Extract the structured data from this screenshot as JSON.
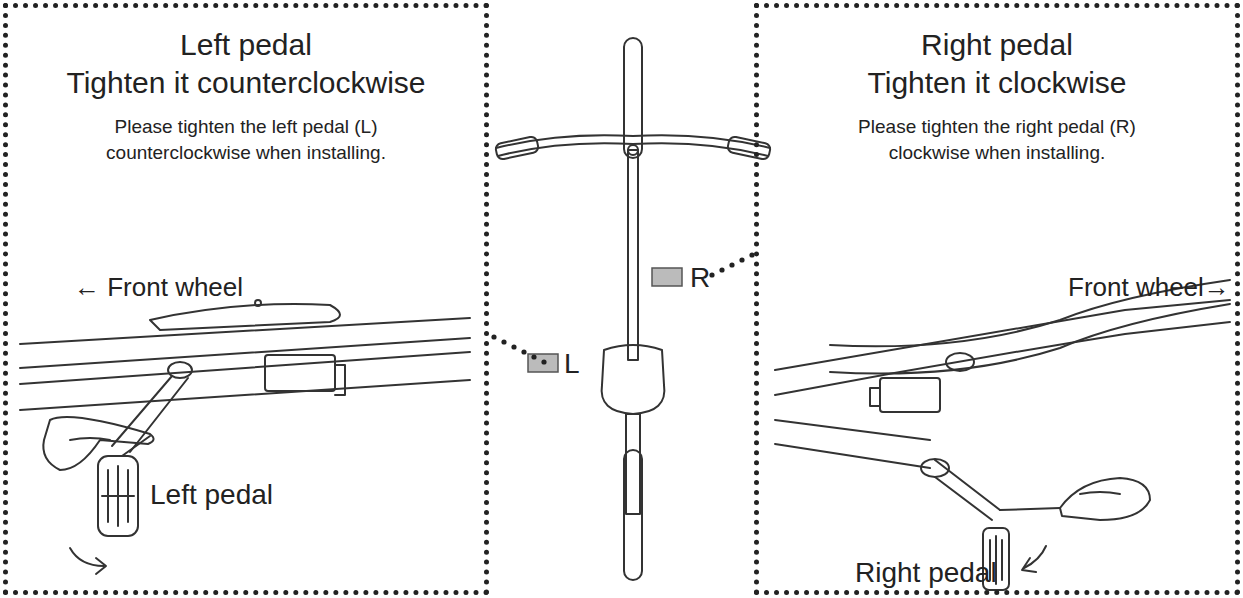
{
  "diagram": {
    "nodes": [
      {
        "text": [
          "Left pedal",
          "Tighten it counterclockwise",
          "Please tighten the left pedal (L) counterclockwise when installing."
        ]
      },
      {
        "text": [
          "Right pedal",
          "Tighten it clockwise",
          "Please tighten the right pedal (R) clockwise when installing."
        ]
      }
    ],
    "labels": [
      "← Front wheel",
      "Left pedal",
      "L",
      "R",
      "Front wheel→",
      "Right pedal"
    ]
  }
}
